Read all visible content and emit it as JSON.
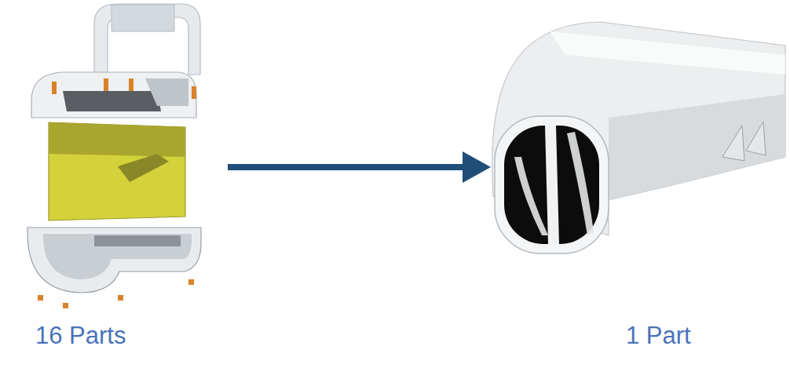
{
  "diagram": {
    "nodes": [
      {
        "text": [
          "16 Parts"
        ]
      },
      {
        "text": [
          "1 Part"
        ]
      }
    ],
    "edges": [
      {
        "from": 0,
        "to": 1,
        "arrow": "to"
      }
    ]
  }
}
